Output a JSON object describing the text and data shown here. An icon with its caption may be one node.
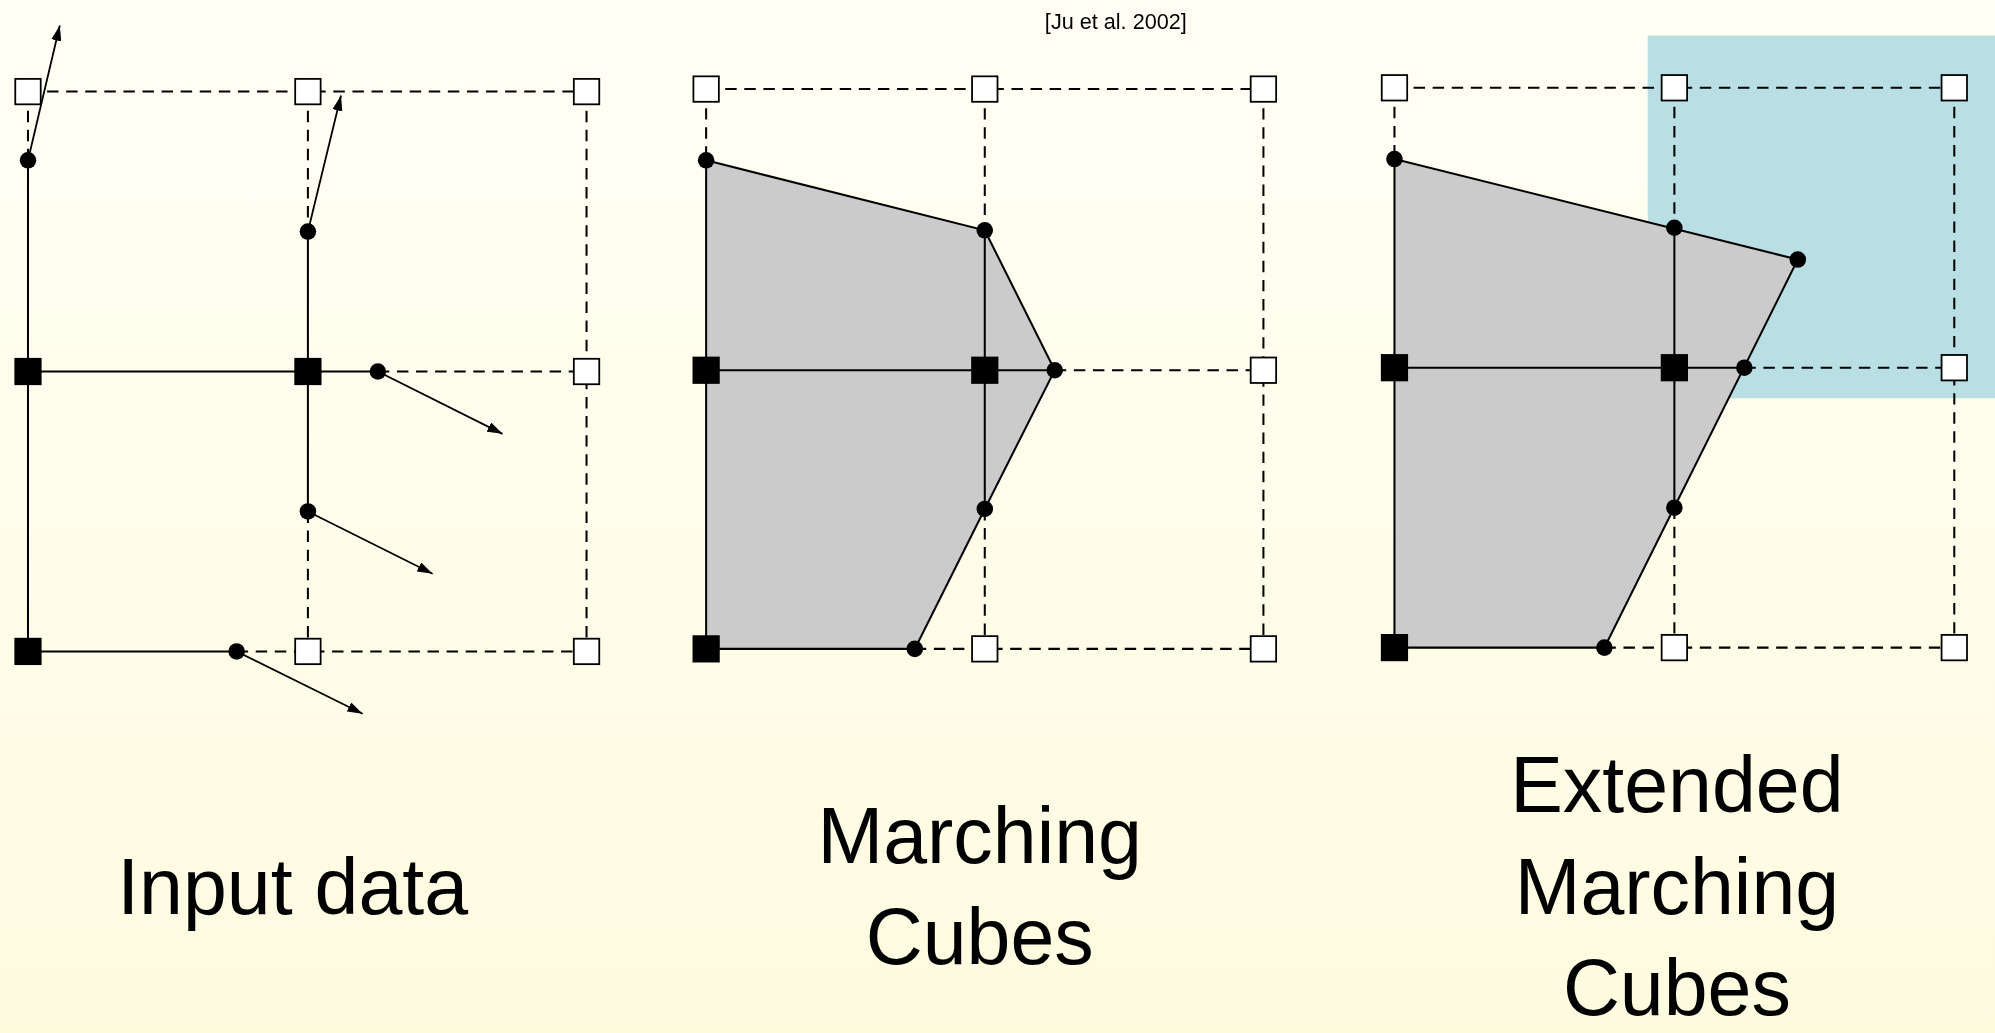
{
  "diagram": {
    "labels": [
      "[Ju et al. 2002]",
      "Input data",
      "Marching Cubes",
      "Extended Marching Cubes"
    ]
  }
}
